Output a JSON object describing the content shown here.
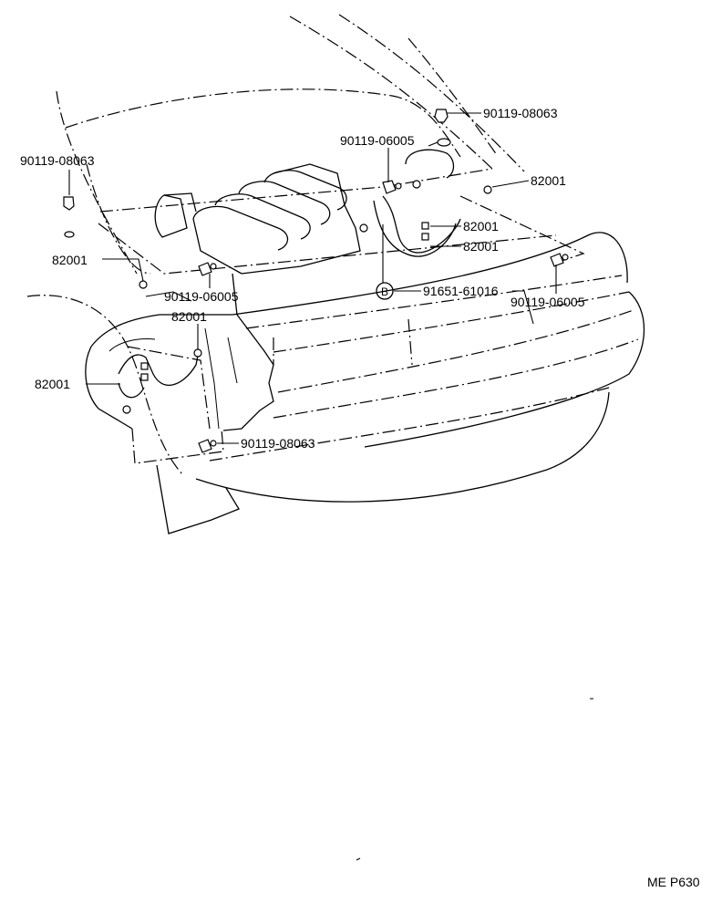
{
  "labels": [
    {
      "key": "p1",
      "text": "90119-08063"
    },
    {
      "key": "p2",
      "text": "90119-06005"
    },
    {
      "key": "p3",
      "text": "82001"
    },
    {
      "key": "p4",
      "text": "90119-08063"
    },
    {
      "key": "p5",
      "text": "82001"
    },
    {
      "key": "p6",
      "text": "82001"
    },
    {
      "key": "p7",
      "text": "82001"
    },
    {
      "key": "p8",
      "text": "90119-06005"
    },
    {
      "key": "p9",
      "text": "82001"
    },
    {
      "key": "p10",
      "text": "B"
    },
    {
      "key": "p11",
      "text": "91651-61016"
    },
    {
      "key": "p12",
      "text": "90119-06005"
    },
    {
      "key": "p13",
      "text": "82001"
    },
    {
      "key": "p14",
      "text": "90119-08063"
    }
  ],
  "footer": {
    "code": "ME P630"
  }
}
